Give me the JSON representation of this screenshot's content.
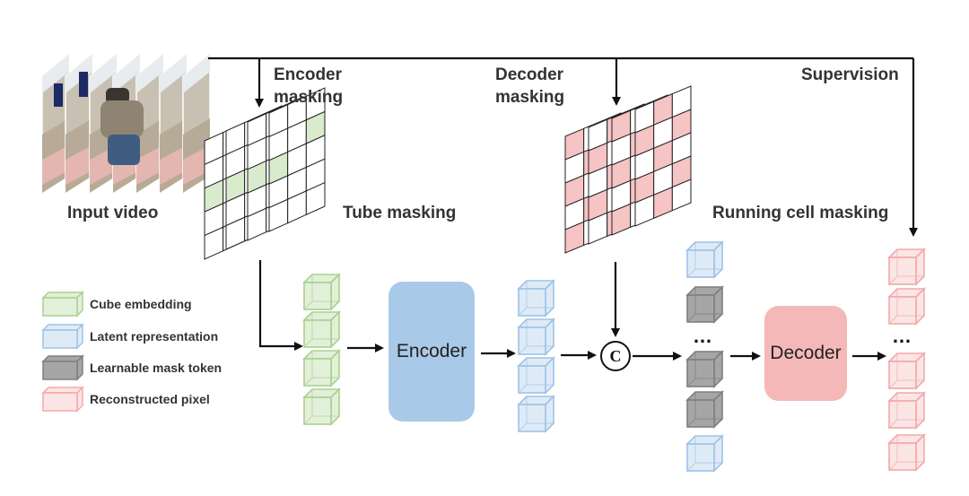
{
  "labels": {
    "input_video": "Input video",
    "encoder_masking_1": "Encoder",
    "encoder_masking_2": "masking",
    "decoder_masking_1": "Decoder",
    "decoder_masking_2": "masking",
    "supervision": "Supervision",
    "tube_masking": "Tube masking",
    "running_cell_masking": "Running cell masking",
    "encoder": "Encoder",
    "decoder": "Decoder",
    "concat_symbol": "C",
    "ellipsis": "…"
  },
  "legend": [
    {
      "label": "Cube embedding",
      "color": "green"
    },
    {
      "label": "Latent representation",
      "color": "blue"
    },
    {
      "label": "Learnable mask token",
      "color": "gray"
    },
    {
      "label": "Reconstructed pixel",
      "color": "red"
    }
  ],
  "colors": {
    "green_face": "#e2f0d9",
    "green_edge": "#a9d18e",
    "blue_face": "#deebf7",
    "blue_edge": "#9dc3e6",
    "gray_face": "#a6a6a6",
    "gray_edge": "#7f7f7f",
    "red_face": "#fbe5e5",
    "red_edge": "#f4a8a8",
    "encoder_box": "#a9c9e8",
    "decoder_box": "#f5b8b8",
    "grid_green": "#d8ebcc",
    "grid_red": "#f6c4c4",
    "arrow": "#111111"
  }
}
